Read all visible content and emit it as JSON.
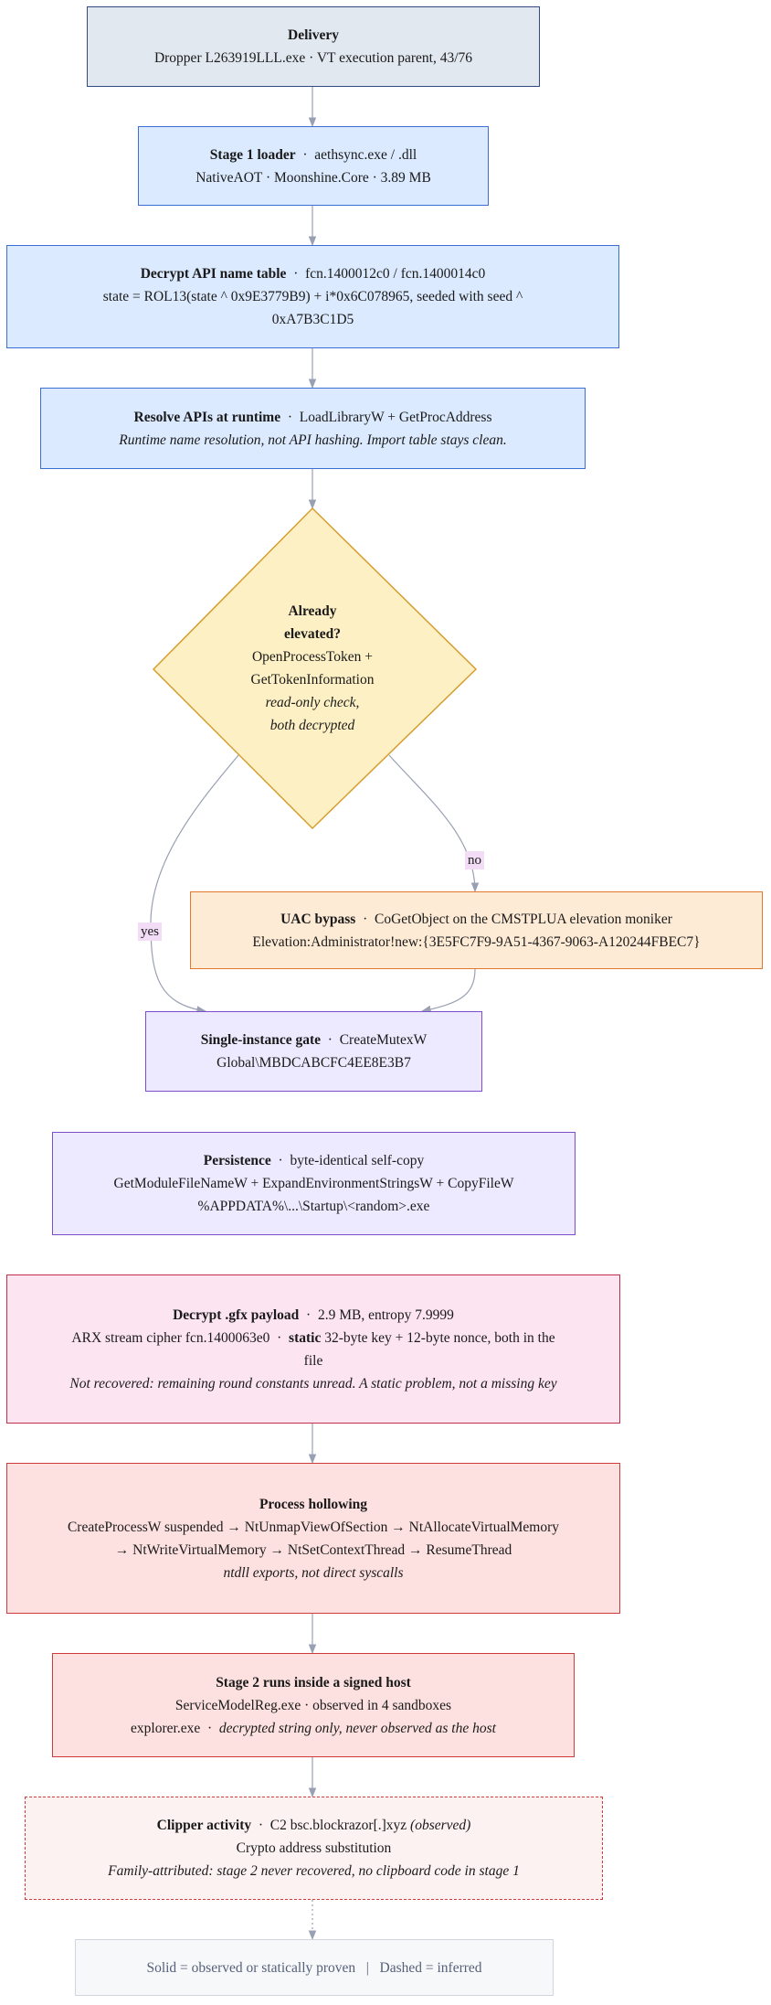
{
  "nodes": {
    "delivery": {
      "title": "Delivery",
      "line2": "Dropper L263919LLL.exe  ·  VT execution parent, 43/76"
    },
    "stage1": {
      "title": "Stage 1 loader",
      "title_rest": "  ·  aethsync.exe / .dll",
      "line2": "NativeAOT  ·  Moonshine.Core  ·  3.89 MB"
    },
    "decrypt_api": {
      "title": "Decrypt API name table",
      "title_rest": "  ·  fcn.1400012c0 / fcn.1400014c0",
      "line2": "state = ROL13(state ^ 0x9E3779B9) + i*0x6C078965, seeded with seed ^",
      "line3": "0xA7B3C1D5"
    },
    "resolve": {
      "title": "Resolve APIs at runtime",
      "title_rest": "  ·  LoadLibraryW + GetProcAddress",
      "line2": "Runtime name resolution, not API hashing. Import table stays clean."
    },
    "elevated": {
      "line1": "Already",
      "line2": "elevated?",
      "line3": "OpenProcessToken +",
      "line4": "GetTokenInformation",
      "line5": "read-only check,",
      "line6": "both decrypted"
    },
    "uac": {
      "title": "UAC bypass",
      "title_rest": "  ·  CoGetObject on the CMSTPLUA elevation moniker",
      "line2": "Elevation:Administrator!new:{3E5FC7F9-9A51-4367-9063-A120244FBEC7}"
    },
    "mutex": {
      "title": "Single-instance gate",
      "title_rest": "  ·  CreateMutexW",
      "line2": "Global\\MBDCABCFC4EE8E3B7"
    },
    "persistence": {
      "title": "Persistence",
      "title_rest": "  ·  byte-identical self-copy",
      "line2": "GetModuleFileNameW + ExpandEnvironmentStringsW + CopyFileW",
      "line3": "%APPDATA%\\...\\Startup\\<random>.exe"
    },
    "gfx": {
      "title": "Decrypt .gfx payload",
      "title_rest": "  ·  2.9 MB, entropy 7.9999",
      "line2a": "ARX stream cipher fcn.1400063e0  ·  ",
      "line2b": "static",
      "line2c": " 32-byte key + 12-byte nonce, both in the",
      "line3": "file",
      "line4": "Not recovered: remaining round constants unread. A static problem, not a missing key"
    },
    "hollowing": {
      "title": "Process hollowing",
      "line2": "CreateProcessW suspended → NtUnmapViewOfSection → NtAllocateVirtualMemory",
      "line3": "→ NtWriteVirtualMemory → NtSetContextThread → ResumeThread",
      "line4": "ntdll exports, not direct syscalls"
    },
    "stage2": {
      "title": "Stage 2 runs inside a signed host",
      "line2": "ServiceModelReg.exe  ·  observed in 4 sandboxes",
      "line3a": "explorer.exe  ·  ",
      "line3b": "decrypted string only, never observed as the host"
    },
    "clipper": {
      "title": "Clipper activity",
      "title_rest": "  ·  C2 bsc.blockrazor[.]xyz ",
      "title_it": "(observed)",
      "line2": "Crypto address substitution",
      "line3": "Family-attributed: stage 2 never recovered, no clipboard code in stage 1"
    },
    "legend": {
      "text": "Solid = observed or statically proven   |   Dashed = inferred"
    }
  },
  "edge_labels": {
    "yes": "yes",
    "no": "no"
  },
  "colors": {
    "edge": "#9aa0b4",
    "delivery_fill": "#e2e8f0",
    "delivery_stroke": "#334a80",
    "blue_fill": "#dbeafe",
    "blue_stroke": "#3b6fd4",
    "decision_fill": "#fdf0c4",
    "decision_stroke": "#d69e2e",
    "uac_fill": "#feebd6",
    "uac_stroke": "#e4782c",
    "purple_fill": "#ede9fe",
    "purple_stroke": "#7c4dcc",
    "pink_fill": "#fce4f0",
    "pink_stroke": "#c0304a",
    "red_fill": "#fde0e0",
    "red_stroke": "#cf3a3a",
    "clipper_fill": "#fdf2f2",
    "clipper_stroke": "#d43a3a",
    "legend_fill": "#f7f8fa",
    "legend_stroke": "#cfd6e0",
    "label_fill": "#f3dcf6"
  }
}
